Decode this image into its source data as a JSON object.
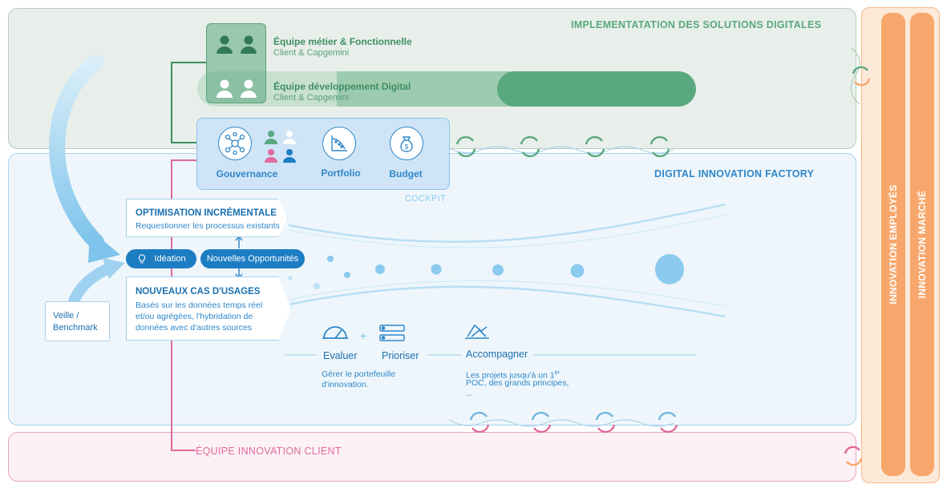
{
  "bands": {
    "implementation": {
      "title": "IMPLEMENTATATION  DES SOLUTIONS DIGITALES",
      "color": "#5aa87f"
    },
    "factory": {
      "title": "DIGITAL INNOVATION FACTORY",
      "color": "#2f87c9"
    },
    "client": {
      "title": "ÉQUIPE INNOVATION CLIENT",
      "color": "#e06a9c"
    }
  },
  "side": {
    "employees": "INNOVATION EMPLOYÉS",
    "market": "INNOVATION MARCHÉ",
    "color": "#f7a76b"
  },
  "teams": {
    "business": {
      "name": "Équipe métier & Fonctionnelle",
      "sub": "Client & Capgemini"
    },
    "dev": {
      "name": "Équipe développement Digital",
      "sub": "Client & Capgemini"
    }
  },
  "cockpit": {
    "label": "COCKPIT",
    "items": [
      {
        "label": "Gouvernance",
        "icon": "network-icon"
      },
      {
        "label": "Portfolio",
        "icon": "chart-icon"
      },
      {
        "label": "Budget",
        "icon": "money-bag-icon"
      }
    ]
  },
  "veille": "Veille / Benchmark",
  "optimisation": {
    "title": "OPTIMISATION INCRÉMENTALE",
    "text": "Requestionner les processus existants"
  },
  "pills": {
    "ideation": "Idéation",
    "opportunities": "Nouvelles Opportunités"
  },
  "nouveaux": {
    "title": "NOUVEAUX CAS D'USAGES",
    "lines": [
      "Basés sur les données temps réel",
      "et/ou agrégées, l'hybridation de",
      "données avec d'autres sources"
    ]
  },
  "steps": {
    "plus": "+",
    "evaluer": "Evaluer",
    "prioriser": "Prioriser",
    "accompagner": "Accompagner",
    "gerer": [
      "Gérer le portefeuille",
      "d'innovation."
    ],
    "projets_line1": "Les projets jusqu'à un 1",
    "projets_sup": "er",
    "projets_lines": [
      "POC, des grands principes,",
      "..."
    ]
  }
}
